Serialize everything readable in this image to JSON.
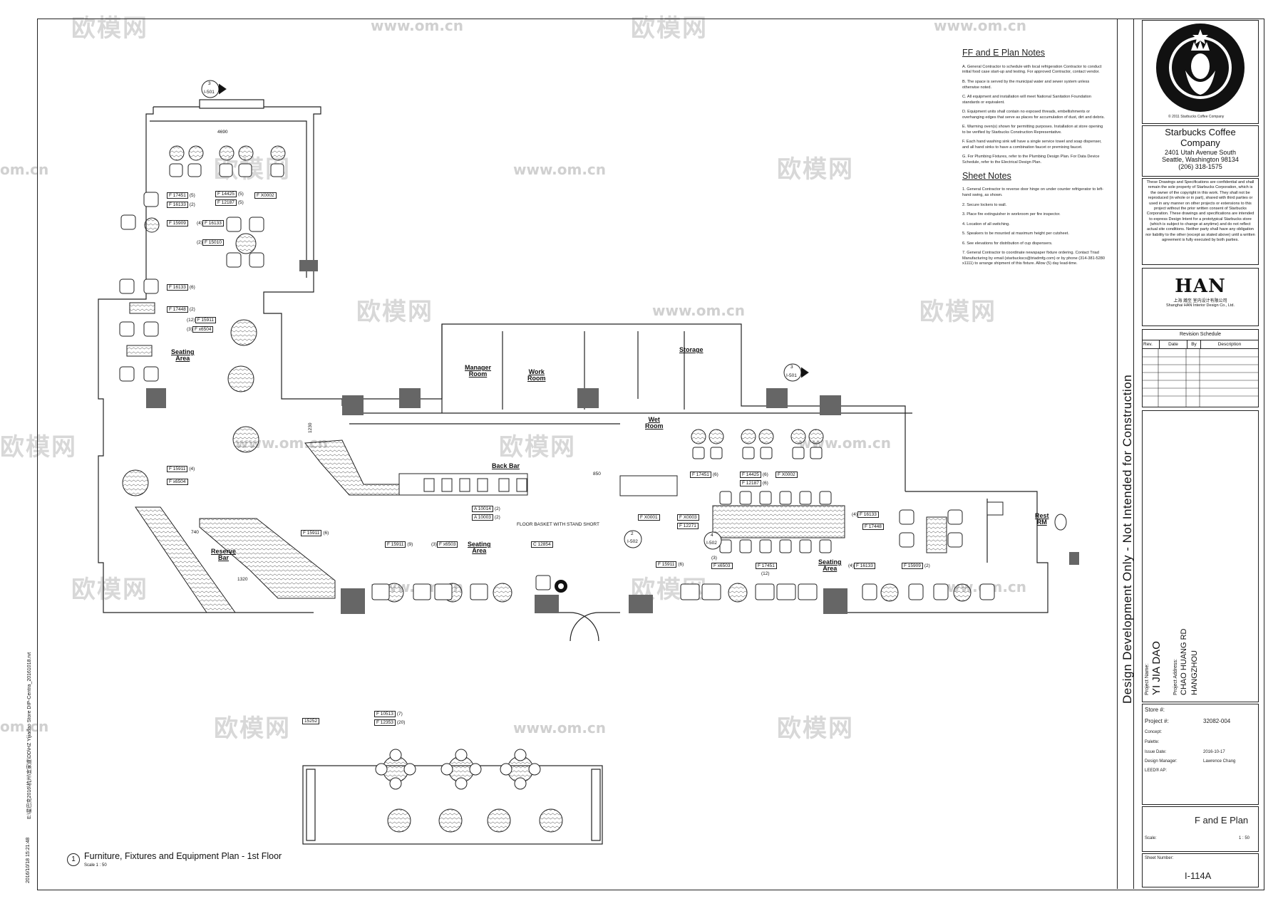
{
  "plan": {
    "title": "Furniture, Fixtures and Equipment Plan - 1st Floor",
    "title_number": "1",
    "scale": "Scale   1 : 50",
    "rooms": {
      "seating_area_left": "Seating\nArea",
      "reserve_bar": "Reserve\nBar",
      "manager_room": "Manager\nRoom",
      "work_room": "Work\nRoom",
      "back_bar": "Back Bar",
      "storage": "Storage",
      "wet_room": "Wet\nRoom",
      "seating_area_mid": "Seating\nArea",
      "seating_area_right": "Seating\nArea",
      "rest_rm": "Rest\nRM"
    },
    "floor_basket_note": "FLOOR BASKET WITH STAND SHORT",
    "dimensions": {
      "top": "4690",
      "vertical": "1230",
      "mid": "850",
      "reserve_a": "740",
      "reserve_b": "1320"
    },
    "section_marks": [
      {
        "num": "3",
        "sheet": "I-501"
      },
      {
        "num": "3",
        "sheet": "I-501"
      },
      {
        "num": "2",
        "sheet": "I-502"
      },
      {
        "num": "4",
        "sheet": "I-502"
      }
    ],
    "tags": [
      {
        "code": "F",
        "num": "17451",
        "qty": "(5)"
      },
      {
        "code": "F",
        "num": "16133",
        "qty": "(2)"
      },
      {
        "code": "F",
        "num": "14425",
        "qty": "(5)"
      },
      {
        "code": "F",
        "num": "12187",
        "qty": "(5)"
      },
      {
        "code": "F",
        "num": "X0002",
        "qty": ""
      },
      {
        "code": "F",
        "num": "15909",
        "qty": ""
      },
      {
        "code": "F",
        "num": "16133",
        "qty": "(4)"
      },
      {
        "code": "F",
        "num": "15010",
        "qty": "(2)"
      },
      {
        "code": "F",
        "num": "16133",
        "qty": "(6)"
      },
      {
        "code": "F",
        "num": "17448",
        "qty": "(2)"
      },
      {
        "code": "F",
        "num": "15911",
        "qty": "(12)"
      },
      {
        "code": "F",
        "num": "x6504",
        "qty": "(3)"
      },
      {
        "code": "F",
        "num": "15911",
        "qty": "(4)"
      },
      {
        "code": "F",
        "num": "x6504",
        "qty": ""
      },
      {
        "code": "F",
        "num": "15911",
        "qty": "(6)"
      },
      {
        "code": "A",
        "num": "10014",
        "qty": "(2)"
      },
      {
        "code": "A",
        "num": "10003",
        "qty": "(2)"
      },
      {
        "code": "F",
        "num": "15911",
        "qty": "(9)"
      },
      {
        "code": "F",
        "num": "x6503",
        "qty": "(3)"
      },
      {
        "code": "C",
        "num": "12854",
        "qty": ""
      },
      {
        "code": "F",
        "num": "17451",
        "qty": "(6)"
      },
      {
        "code": "F",
        "num": "14425",
        "qty": "(6)"
      },
      {
        "code": "F",
        "num": "12187",
        "qty": "(6)"
      },
      {
        "code": "F",
        "num": "X0002",
        "qty": ""
      },
      {
        "code": "F",
        "num": "X0001",
        "qty": ""
      },
      {
        "code": "F",
        "num": "X0003",
        "qty": ""
      },
      {
        "code": "F",
        "num": "12271",
        "qty": ""
      },
      {
        "code": "F",
        "num": "16133",
        "qty": "(4)"
      },
      {
        "code": "F",
        "num": "17448",
        "qty": ""
      },
      {
        "code": "F",
        "num": "15911",
        "qty": "(6)"
      },
      {
        "code": "F",
        "num": "x6503",
        "qty": "(3)"
      },
      {
        "code": "F",
        "num": "17451",
        "qty": "(12)"
      },
      {
        "code": "F",
        "num": "16133",
        "qty": "(4)"
      },
      {
        "code": "F",
        "num": "15909",
        "qty": "(2)"
      },
      {
        "code": "F",
        "num": "10513",
        "qty": "(7)"
      },
      {
        "code": "F",
        "num": "12353",
        "qty": "(20)"
      },
      {
        "code": "",
        "num": "15252",
        "qty": ""
      }
    ]
  },
  "notes": {
    "ffe_title": "FF and E Plan Notes",
    "ffe_items": [
      "A. General Contractor to schedule with local refrigeration Contractor to conduct initial food case start-up and testing. For approved Contractor, contact vendor.",
      "B. The space is served by the municipal water and sewer system unless otherwise noted.",
      "C. All equipment and installation will meet National Sanitation Foundation standards or equivalent.",
      "D. Equipment units shall contain no exposed threads, embellishments or overhanging edges that serve as places for accumulation of dust, dirt and debris.",
      "E. Warming oven(s) shown for permitting purposes. Installation at store opening to be verified by Starbucks Construction Representative.",
      "F. Each hand washing sink will have a single service towel and soap dispenser, and all hand sinks to have a combination faucet or premixing faucet.",
      "G. For Plumbing Fixtures, refer to the Plumbing Design Plan. For Data Device Schedule, refer to the Electrical Design Plan."
    ],
    "sheet_title": "Sheet Notes",
    "sheet_items": [
      "1. General Contractor to reverse door hinge on under counter refrigerator to left-hand swing, as shown.",
      "2. Secure lockers to wall.",
      "3. Place fire extinguisher in workroom per fire inspector.",
      "4. Location of all switching.",
      "5. Speakers to be mounted at maximum height per cutsheet.",
      "6. See elevations for distribution of cup dispensers.",
      "7. General Contractor to coordinate newspaper fixture ordering. Contact Triad Manufacturing by email (starbuckscs@triadmfg.com) or by phone (314-381-5280 x1111) to arrange shipment of this fixture. Allow (5) day lead-time."
    ]
  },
  "title_block": {
    "logo_copyright": "© 2011 Starbucks Coffee Company",
    "company": "Starbucks Coffee\nCompany",
    "address1": "2401 Utah Avenue South",
    "address2": "Seattle, Washington 98134",
    "phone": "(206) 318-1575",
    "disclaimer": "These Drawings and Specifications are confidential and shall remain the sole property of Starbucks Corporation, which is the owner of the copyright in this work. They shall not be reproduced (in whole or in part), shared with third parties or used in any manner on other projects or extensions to this project without the prior written consent of Starbucks Corporation. These drawings and specifications are intended to express Design Intent for a prototypical Starbucks store (which is subject to change at anytime) and do not reflect actual site conditions. Neither party shall have any obligation nor liability to the other (except as stated above) until a written agreement is fully executed by both parties.",
    "han_logo": "HAN",
    "han_sub1": "上海 瀚至 室内设计有限公司",
    "han_sub2": "Shanghai HAN Interior Design Co., Ltd.",
    "revision_title": "Revision Schedule",
    "revision_cols": [
      "Rev.",
      "Date",
      "By",
      "Description"
    ],
    "design_stamp": "Design Development Only - Not Intended for Construction",
    "project_name_label": "Project Name:",
    "project_name": "YI JIA DAO",
    "project_address_label": "Project Address:",
    "project_address1": "CHAO HUANG RD",
    "project_address2": "HANGZHOU",
    "store_label": "Store #:",
    "project_num_label": "Project #:",
    "project_num": "32082-004",
    "concept_label": "Concept:",
    "palette_label": "Palette:",
    "issue_date_label": "Issue Date:",
    "issue_date": "2016-10-17",
    "design_manager_label": "Design Manager:",
    "design_manager": "Lawrence Chang",
    "leed_label": "LEED® AP:",
    "sheet_title_partial": "F and E Plan",
    "scale_label": "Scale:",
    "scale_value": "1 : 50",
    "sheet_number_label": "Sheet Number:",
    "sheet_number": "I-114A"
  },
  "margin_text": {
    "file_path": "E:\\星巴克2016\\杭州\\宜家道\\DD\\HZ Yijiadao Store DIP-Centra_20161018.rvt",
    "timestamp": "2016/10/18 15:21:48"
  },
  "watermarks": {
    "brand": "欧模网",
    "url": "www.om.cn",
    "short": "om.cn"
  }
}
